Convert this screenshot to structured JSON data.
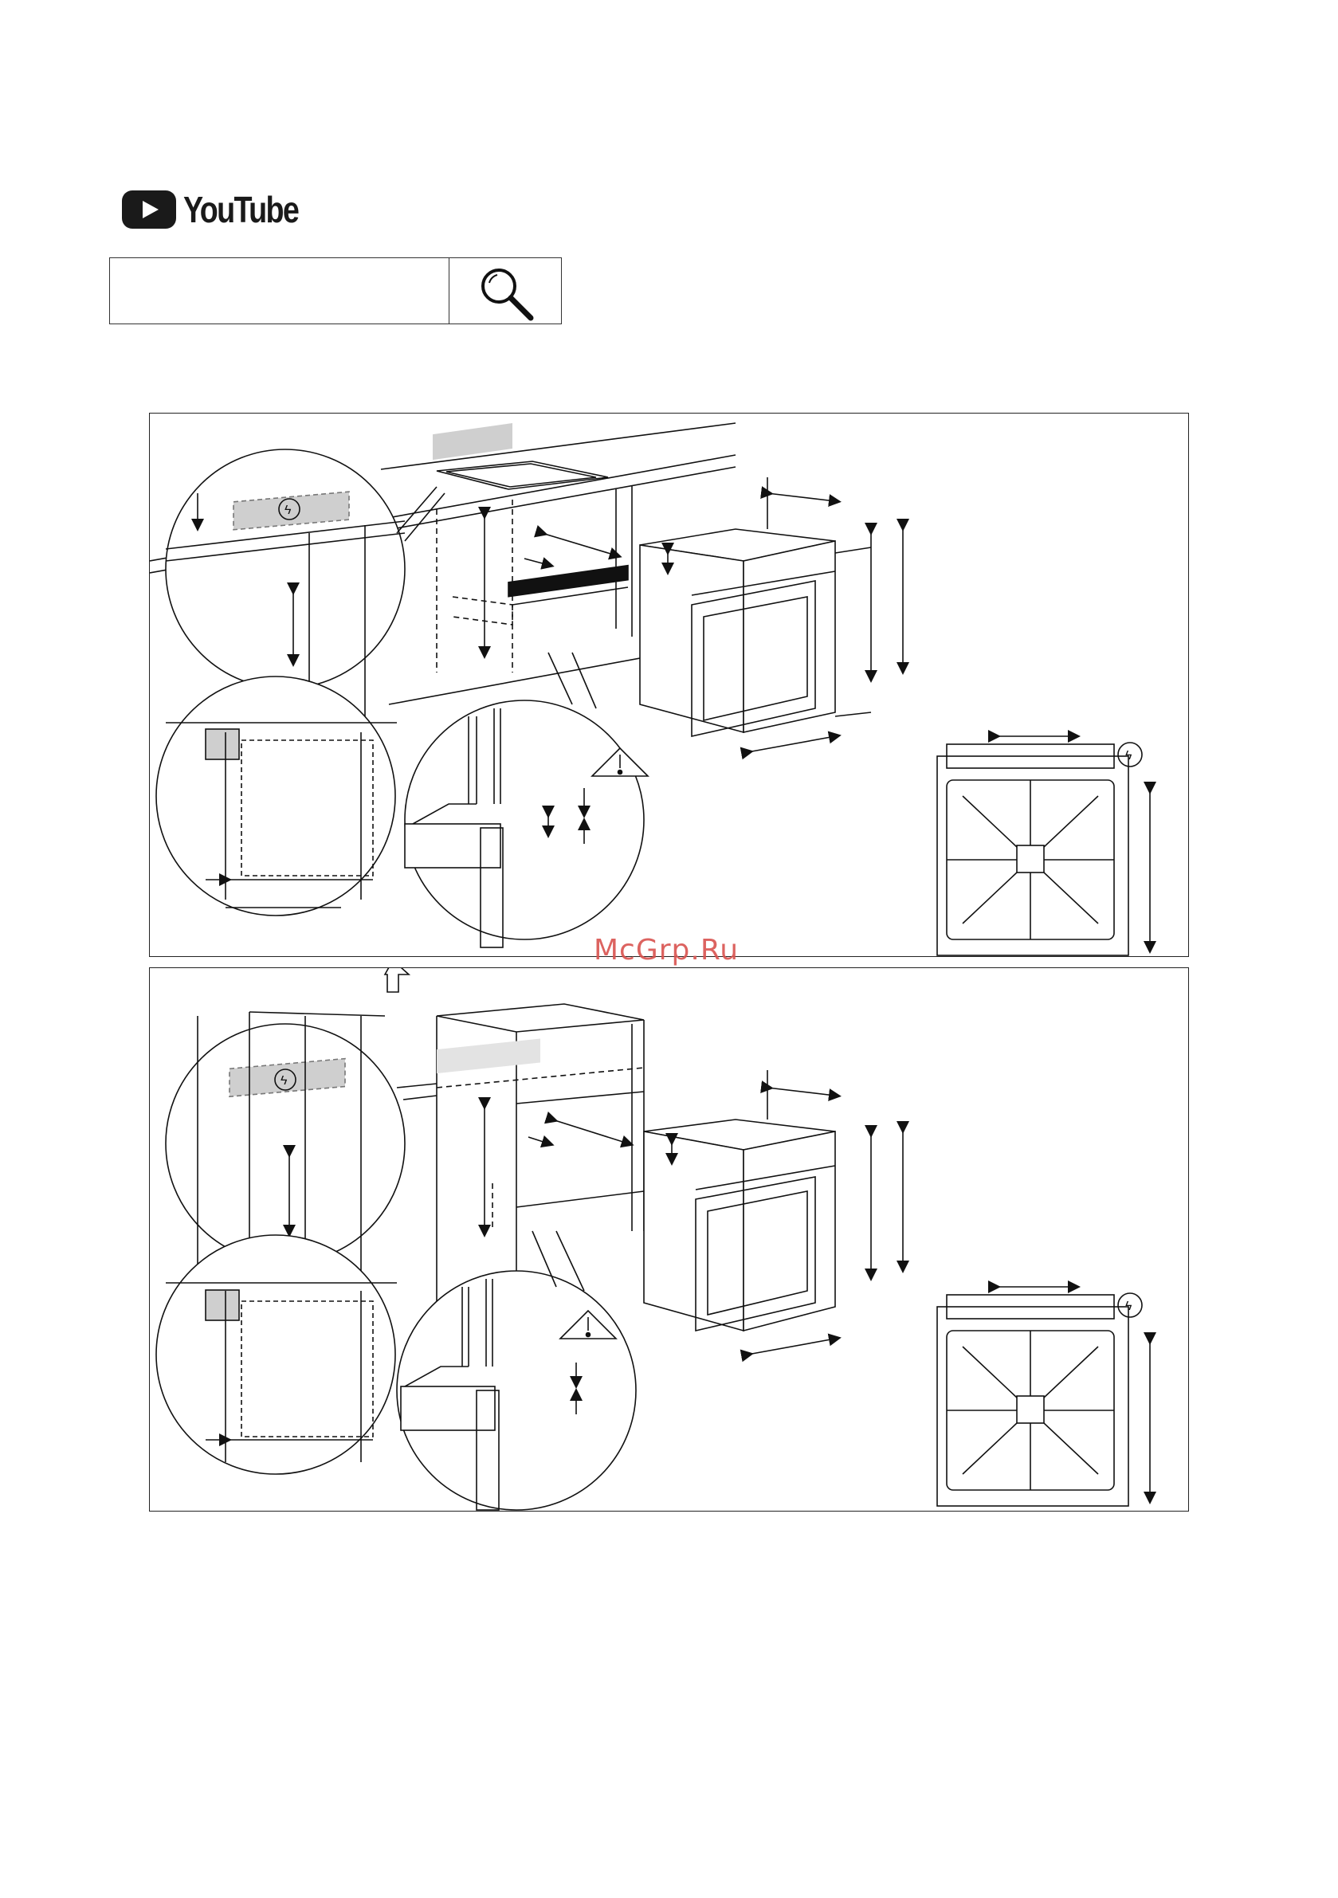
{
  "header": {
    "logo_text": "YouTube",
    "search": {
      "placeholder": "",
      "button_icon": "search-icon"
    }
  },
  "figures": [
    {
      "name": "built-in-under-counter-installation"
    },
    {
      "name": "built-in-tall-unit-installation"
    }
  ],
  "watermark": "McGrp.Ru",
  "colors": {
    "brand_red": "#1a1a1a",
    "watermark": "#d9534f",
    "shade": "#cfcfcf"
  }
}
